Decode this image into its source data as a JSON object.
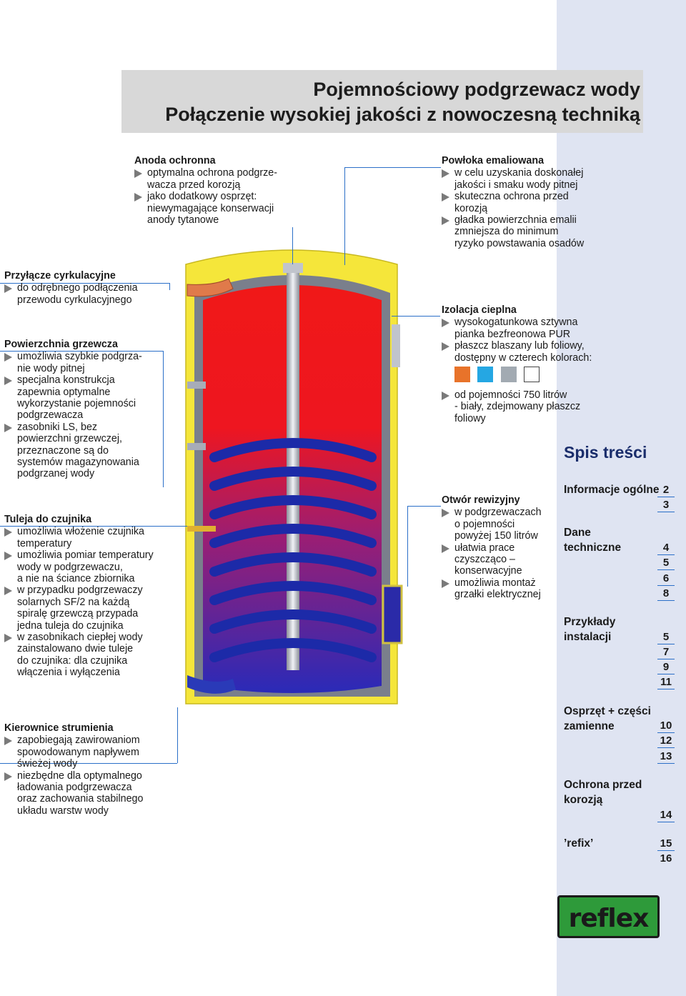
{
  "title": {
    "line1": "Pojemnościowy podgrzewacz wody",
    "line2": "Połączenie wysokiej jakości z nowoczesną techniką"
  },
  "callouts": {
    "anode": {
      "heading": "Anoda ochronna",
      "items": [
        "optymalna ochrona podgrze-",
        "wacza przed korozją",
        "jako dodatkowy osprzęt:",
        "niewymagające konserwacji",
        "anody tytanowe"
      ]
    },
    "enamel": {
      "heading": "Powłoka emaliowana",
      "items": [
        "w celu uzyskania doskonałej",
        "jakości i smaku wody pitnej",
        "skuteczna ochrona przed",
        "korozją",
        "gładka powierzchnia emalii",
        "zmniejsza do minimum",
        "ryzyko powstawania osadów"
      ]
    },
    "circulation": {
      "heading": "Przyłącze cyrkulacyjne",
      "items": [
        "do odrębnego podłączenia",
        "przewodu cyrkulacyjnego"
      ]
    },
    "heating_surface": {
      "heading": "Powierzchnia grzewcza",
      "items": [
        "umożliwia szybkie podgrza-",
        "nie wody pitnej",
        "specjalna konstrukcja",
        "zapewnia optymalne",
        "wykorzystanie pojemności",
        "podgrzewacza",
        "zasobniki LS, bez",
        "powierzchni grzewczej,",
        "przeznaczone są do",
        "systemów magazynowania",
        "podgrzanej wody"
      ]
    },
    "sensor_sleeve": {
      "heading": "Tuleja do czujnika",
      "items": [
        "umożliwia włożenie czujnika",
        "temperatury",
        "umożliwia pomiar temperatury",
        "wody w podgrzewaczu,",
        "a nie na ściance zbiornika",
        "w przypadku podgrzewaczy",
        "solarnych SF/2 na każdą",
        "spiralę grzewczą przypada",
        "jedna tuleja do czujnika",
        "w zasobnikach ciepłej wody",
        "zainstalowano dwie tuleje",
        "do czujnika: dla czujnika",
        "włączenia i wyłączenia"
      ]
    },
    "flow_guides": {
      "heading": "Kierownice strumienia",
      "items": [
        "zapobiegają zawirowaniom",
        "spowodowanym napływem",
        "świeżej wody",
        "niezbędne dla optymalnego",
        "ładowania podgrzewacza",
        "oraz zachowania stabilnego",
        "układu warstw wody"
      ]
    },
    "insulation": {
      "heading": "Izolacja cieplna",
      "items": [
        "wysokogatunkowa sztywna",
        "pianka bezfreonowa PUR",
        "płaszcz blaszany lub foliowy,",
        "dostępny w czterech kolorach:"
      ],
      "items2": [
        "od pojemności 750 litrów",
        "- biały, zdejmowany płaszcz",
        "foliowy"
      ],
      "swatch_colors": [
        "#e8732a",
        "#25a7e3",
        "#a2aab2",
        "#ffffff"
      ]
    },
    "inspection": {
      "heading": "Otwór rewizyjny",
      "items": [
        "w podgrzewaczach",
        "o pojemności",
        "powyżej 150 litrów",
        "ułatwia prace",
        "czyszcząco –",
        "konserwacyjne",
        "umożliwia montaż",
        "grzałki elektrycznej"
      ]
    }
  },
  "toc": {
    "title": "Spis treści",
    "entries": [
      {
        "label": "Informacje ogólne",
        "pages": [
          "2",
          "3"
        ]
      },
      {
        "label": "Dane techniczne",
        "pages": [
          "4",
          "5",
          "6",
          "8"
        ]
      },
      {
        "label": "Przykłady instalacji",
        "pages": [
          "5",
          "7",
          "9",
          "11"
        ]
      },
      {
        "label": "Osprzęt + części zamienne",
        "pages": [
          "10",
          "12",
          "13"
        ]
      },
      {
        "label": "Ochrona przed korozją",
        "pages": [
          "14"
        ]
      },
      {
        "label": "’refix’",
        "pages": [
          "15",
          "16"
        ]
      }
    ]
  },
  "logo": {
    "text": "reflex",
    "bg_color": "#2e9a3a"
  },
  "colors": {
    "accent": "#2b6fc8",
    "panel": "#dfe4f2",
    "tank_yellow": "#f5e63a",
    "coil_blue": "#1e2aa0"
  }
}
